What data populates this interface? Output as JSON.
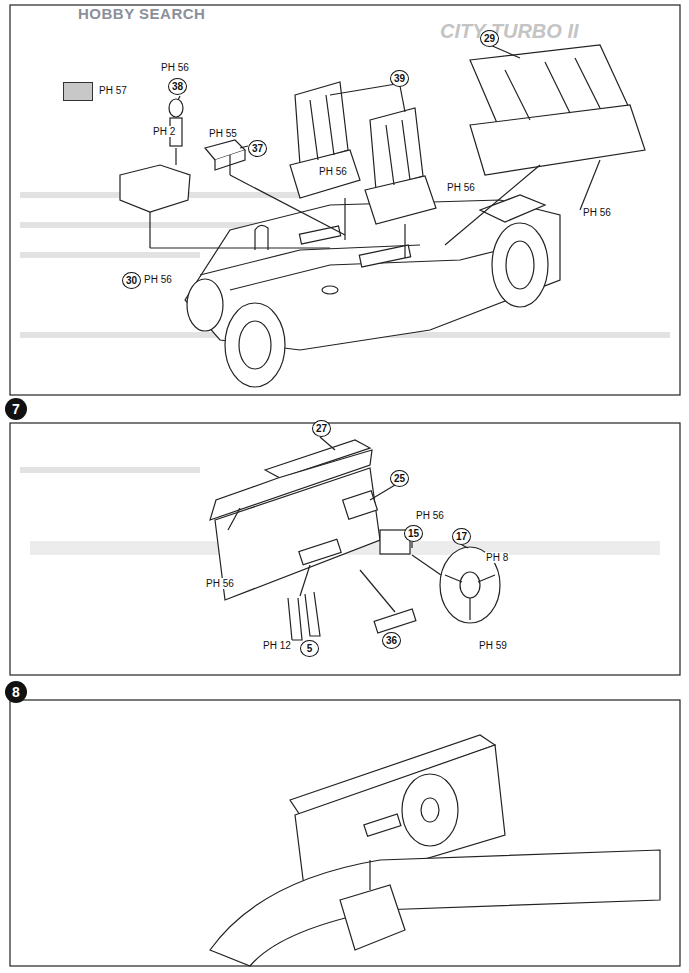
{
  "diagram": {
    "nodes": [
      {
        "text": [
          "7"
        ]
      },
      {
        "text": [
          "8"
        ]
      }
    ],
    "labels": [
      "HOBBY SEARCH",
      "CITY TURBO II",
      "PH 56",
      "38",
      "PH 2",
      "PH 55",
      "37",
      "39",
      "29",
      "PH 56",
      "PH 56",
      "PH 56",
      "30",
      "PH 56",
      "27",
      "25",
      "PH 56",
      "15",
      "17",
      "PH 8",
      "PH 56",
      "PH 12",
      "5",
      "36",
      "PH 59"
    ],
    "legend": [
      {
        "text": "PH 57",
        "color": "#c8c8c8"
      }
    ]
  }
}
